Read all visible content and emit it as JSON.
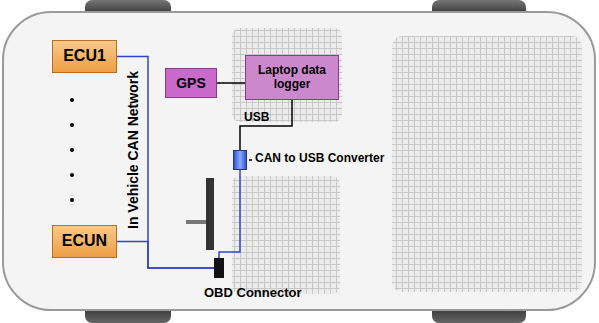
{
  "diagram": {
    "nodes": [
      {
        "text": [
          "ECU1"
        ]
      },
      {
        "text": [
          "ECUN"
        ]
      },
      {
        "text": [
          "GPS"
        ]
      },
      {
        "text": [
          "Laptop data logger"
        ]
      },
      {
        "text": [
          "CAN to USB Converter"
        ]
      },
      {
        "text": [
          "OBD Connector"
        ]
      }
    ],
    "edges": [
      {
        "from": 2,
        "to": 3,
        "arrow": "none"
      },
      {
        "from": 3,
        "to": 4,
        "label": "USB",
        "arrow": "none"
      },
      {
        "from": 0,
        "to": 5,
        "arrow": "none"
      },
      {
        "from": 1,
        "to": 5,
        "arrow": "none"
      },
      {
        "from": 4,
        "to": 5,
        "arrow": "none"
      }
    ],
    "labels": [
      "In Vehicle CAN Network"
    ]
  }
}
